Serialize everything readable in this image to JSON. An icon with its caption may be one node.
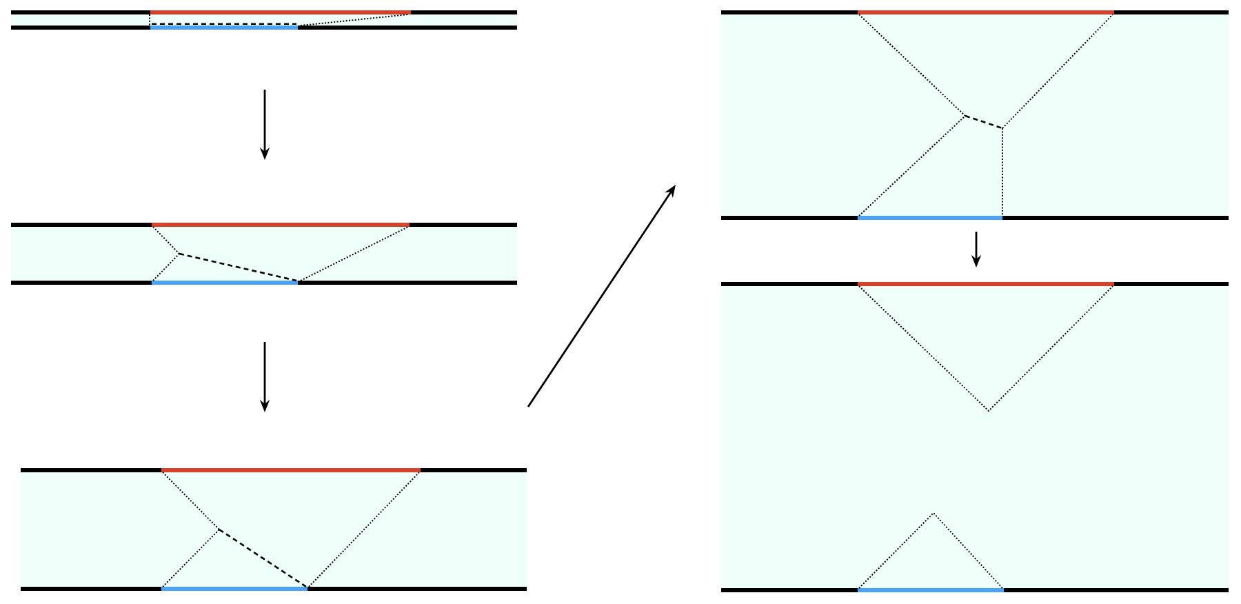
{
  "diagram": {
    "nodes": [
      {
        "text": [],
        "shape": "box"
      },
      {
        "text": [],
        "shape": "box"
      },
      {
        "text": [],
        "shape": "box"
      },
      {
        "text": [],
        "shape": "box"
      },
      {
        "text": [],
        "shape": "box"
      }
    ],
    "edges": [
      {
        "from": 0,
        "to": 1,
        "arrow": "to"
      },
      {
        "from": 1,
        "to": 2,
        "arrow": "to"
      },
      {
        "from": 2,
        "to": 3,
        "arrow": "to"
      },
      {
        "from": 3,
        "to": 4,
        "arrow": "to"
      }
    ]
  }
}
